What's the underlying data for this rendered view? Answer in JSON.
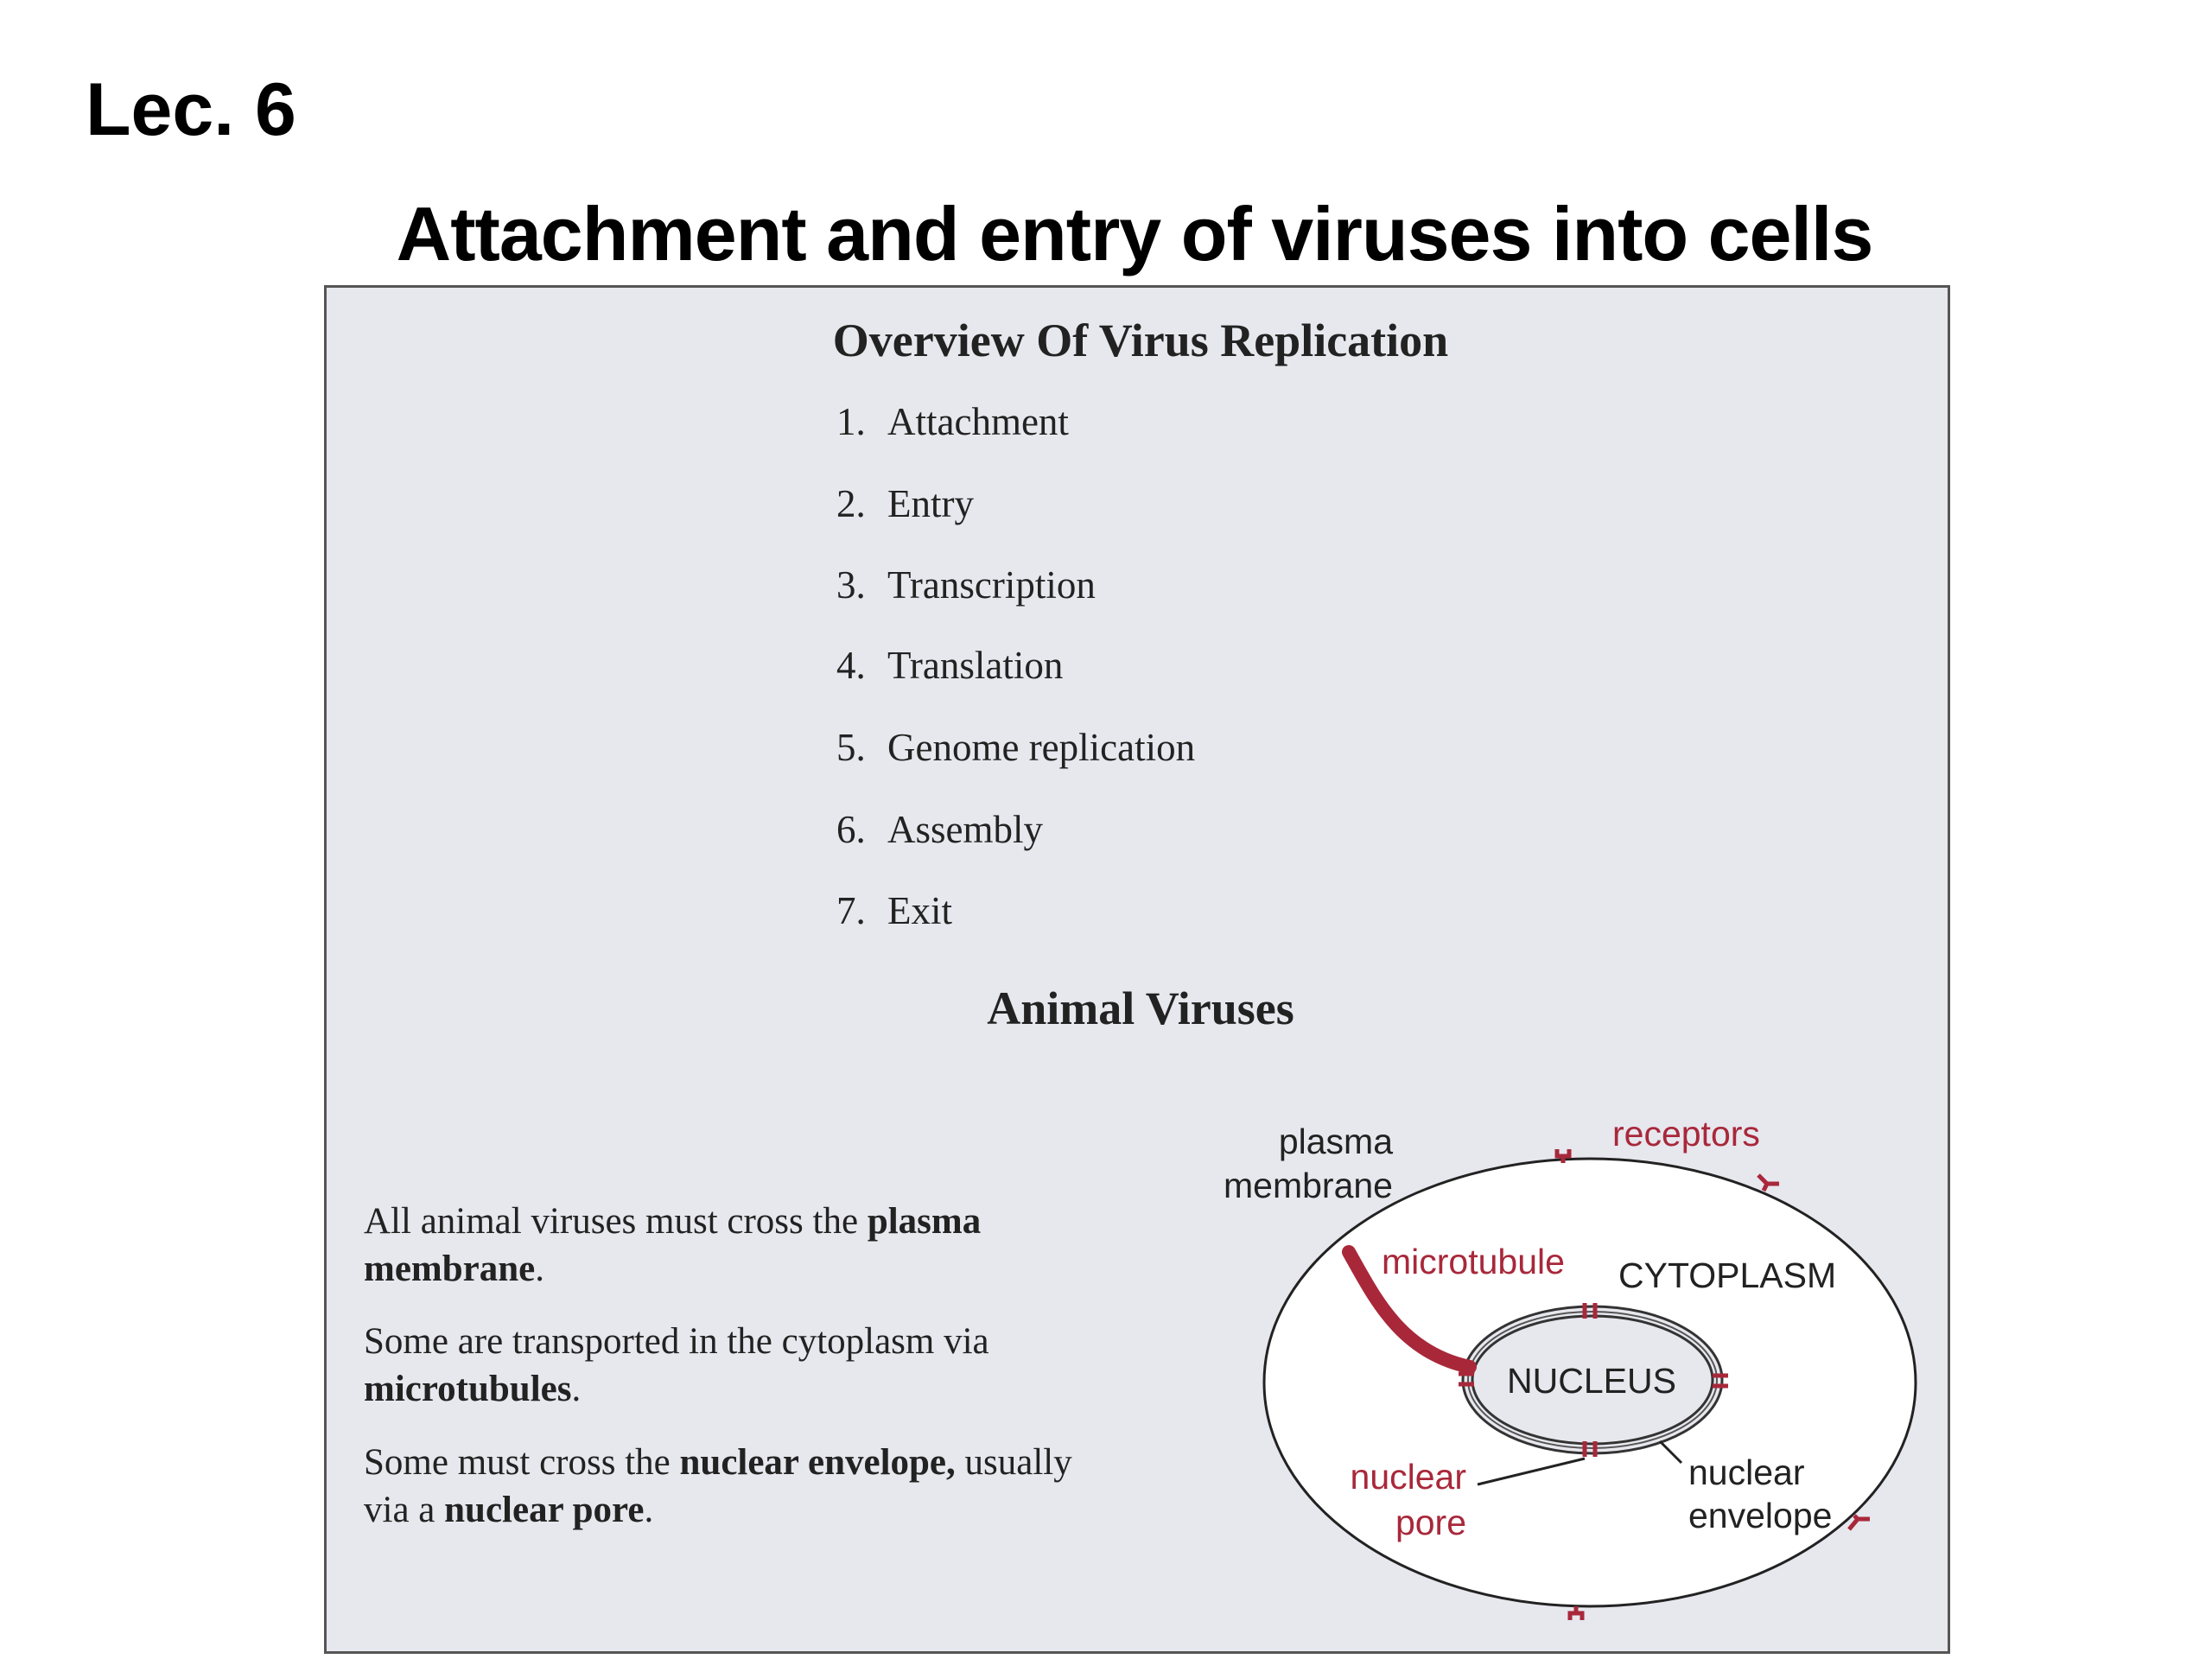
{
  "lecture": "Lec. 6",
  "title": "Attachment and entry of viruses into cells",
  "overview": {
    "heading": "Overview Of Virus Replication",
    "steps": [
      {
        "n": "1.",
        "label": "Attachment"
      },
      {
        "n": "2.",
        "label": "Entry"
      },
      {
        "n": "3.",
        "label": "Transcription"
      },
      {
        "n": "4.",
        "label": "Translation"
      },
      {
        "n": "5.",
        "label": "Genome replication"
      },
      {
        "n": "6.",
        "label": "Assembly"
      },
      {
        "n": "7.",
        "label": "Exit"
      }
    ]
  },
  "animal": {
    "heading": "Animal Viruses",
    "p1": {
      "a": "All animal viruses must cross the ",
      "b": "plasma membrane",
      "c": "."
    },
    "p2": {
      "a": "Some are transported in the cytoplasm via ",
      "b": "microtubules",
      "c": "."
    },
    "p3": {
      "a": "Some must cross the ",
      "b": "nuclear envelope,",
      "c": " usually via a ",
      "d": "nuclear pore",
      "e": "."
    }
  },
  "diagram": {
    "plasma1": "plasma",
    "plasma2": "membrane",
    "receptors": "receptors",
    "microtubule": "microtubule",
    "cytoplasm": "CYTOPLASM",
    "nucleus": "NUCLEUS",
    "pore1": "nuclear",
    "pore2": "pore",
    "env1": "nuclear",
    "env2": "envelope",
    "accent": "#a8283a"
  }
}
